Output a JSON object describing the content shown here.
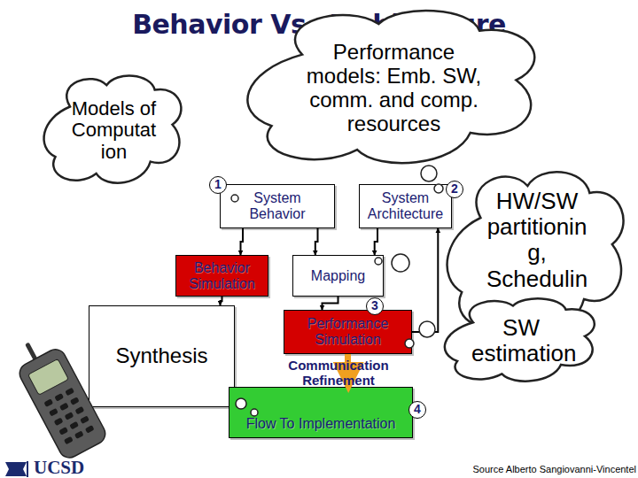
{
  "diagram": {
    "title": "Behavior Vs. Architecture",
    "nodes": [
      {
        "text": [
          "Performance models: Emb. SW, comm. and comp. resources"
        ]
      },
      {
        "text": [
          "Models of Computat ion"
        ]
      },
      {
        "text": [
          "System Behavior"
        ]
      },
      {
        "text": [
          "System Architecture"
        ]
      },
      {
        "text": [
          "HW/SW partitionin g, Schedulin g"
        ]
      },
      {
        "text": [
          "Behavior Simulation"
        ]
      },
      {
        "text": [
          "Mapping"
        ]
      },
      {
        "text": [
          "SW estimation"
        ]
      },
      {
        "text": [
          "Performance Simulation"
        ]
      },
      {
        "text": [
          "Synthesis"
        ]
      },
      {
        "text": [
          "Flow To Implementation"
        ]
      }
    ],
    "edges": [
      {
        "from": 2,
        "to": 5,
        "arrow": "to"
      },
      {
        "from": 5,
        "to": 9,
        "arrow": "to"
      },
      {
        "from": 2,
        "to": 6,
        "arrow": "to"
      },
      {
        "from": 3,
        "to": 6,
        "arrow": "to"
      },
      {
        "from": 6,
        "to": 8,
        "arrow": "to"
      },
      {
        "from": 8,
        "to": 3,
        "arrow": "to"
      },
      {
        "from": 8,
        "to": 10,
        "label": "Communication Refinement",
        "arrow": "to"
      }
    ],
    "labels": [
      "1",
      "2",
      "3",
      "4",
      "UCSD",
      "Source Alberto Sangiovanni-Vincentel"
    ]
  }
}
